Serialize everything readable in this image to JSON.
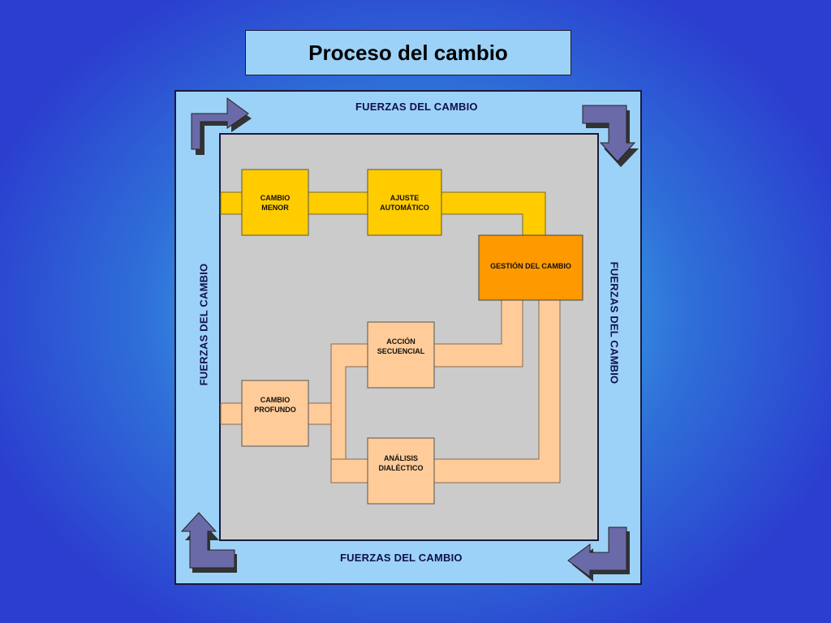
{
  "title": "Proceso del cambio",
  "forces": {
    "top": "FUERZAS DEL CAMBIO",
    "bottom": "FUERZAS DEL CAMBIO",
    "left": "FUERZAS DEL CAMBIO",
    "right": "FUERZAS DEL CAMBIO"
  },
  "nodes": {
    "cambio_menor": [
      "CAMBIO",
      "MENOR"
    ],
    "ajuste_automatico": [
      "AJUSTE",
      "AUTOMÁTICO"
    ],
    "gestion": "GESTIÓN DEL CAMBIO",
    "accion_secuencial": [
      "ACCIÓN",
      "SECUENCIAL"
    ],
    "cambio_profundo": [
      "CAMBIO",
      "PROFUNDO"
    ],
    "analisis_dialectico": [
      "ANÁLISIS",
      "DIALÉCTICO"
    ]
  },
  "colors": {
    "yellow": "#ffcc00",
    "orange": "#ff9900",
    "peach": "#ffcc99",
    "arrow": "#6a6aa8"
  }
}
